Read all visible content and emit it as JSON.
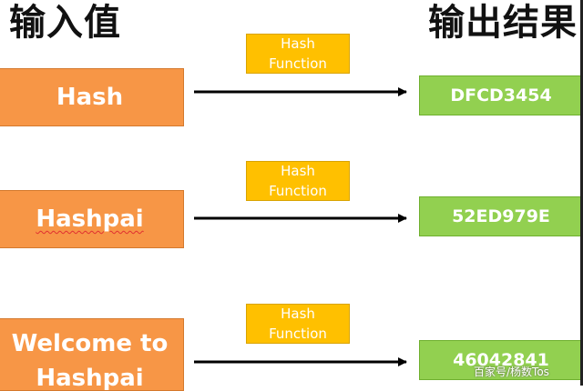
{
  "headers": {
    "input": "输入值",
    "output": "输出结果"
  },
  "rows": [
    {
      "input": "Hash",
      "function_line1": "Hash",
      "function_line2": "Function",
      "output": "DFCD3454"
    },
    {
      "input": "Hashpai",
      "function_line1": "Hash",
      "function_line2": "Function",
      "output": "52ED979E"
    },
    {
      "input_line1": "Welcome to",
      "input_line2": "Hashpai",
      "function_line1": "Hash",
      "function_line2": "Function",
      "output": "46042841"
    }
  ],
  "watermark": "百家号/杨数Tos",
  "colors": {
    "input_box": "#f79646",
    "function_box": "#ffc000",
    "output_box": "#92d050",
    "arrow": "#000000"
  }
}
